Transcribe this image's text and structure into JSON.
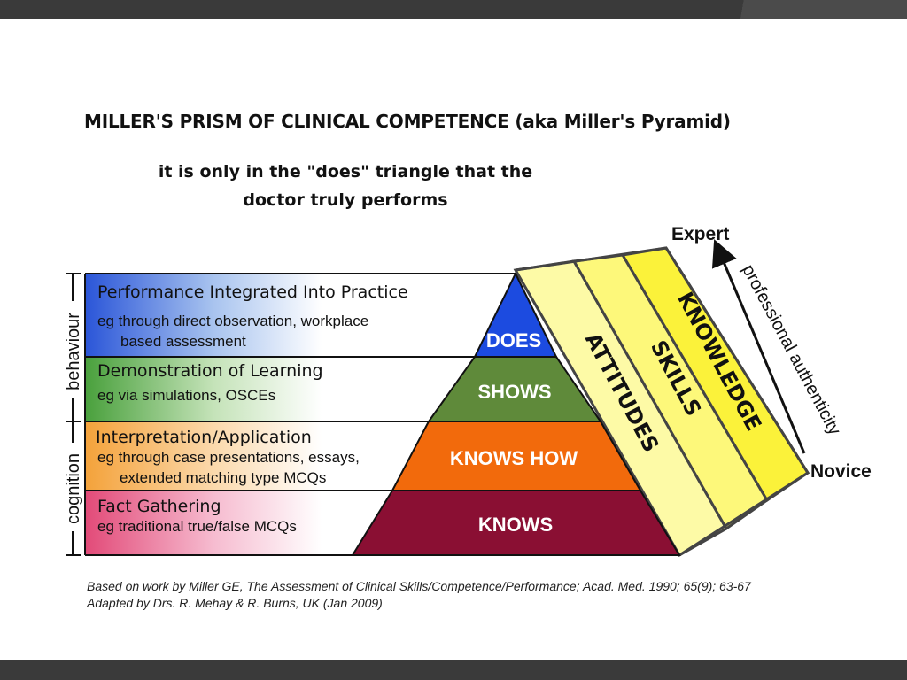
{
  "title": "MILLER'S PRISM OF CLINICAL COMPETENCE (aka Miller's Pyramid)",
  "subtitle_line1": "it is only in the \"does\" triangle that the",
  "subtitle_line2": "doctor truly performs",
  "levels": [
    {
      "title": "Performance Integrated Into Practice",
      "desc1": "eg through direct observation, workplace",
      "desc2": "based assessment",
      "tier": "DOES",
      "color": "#1c4be0"
    },
    {
      "title": "Demonstration of Learning",
      "desc1": "eg via simulations, OSCEs",
      "desc2": "",
      "tier": "SHOWS",
      "color": "#5f8a3a"
    },
    {
      "title": "Interpretation/Application",
      "desc1": "eg through case presentations, essays,",
      "desc2": "extended matching type MCQs",
      "tier": "KNOWS HOW",
      "color": "#f26a0c"
    },
    {
      "title": "Fact Gathering",
      "desc1": "eg traditional true/false MCQs",
      "desc2": "",
      "tier": "KNOWS",
      "color": "#8a0f33"
    }
  ],
  "side_labels": {
    "behaviour": "behaviour",
    "cognition": "cognition"
  },
  "prism_faces": {
    "attitudes": "ATTITUDES",
    "skills": "SKILLS",
    "knowledge": "KNOWLEDGE"
  },
  "axis": {
    "expert": "Expert",
    "novice": "Novice",
    "authenticity": "professional authenticity"
  },
  "credits_line1": "Based on work by Miller GE, The Assessment of Clinical Skills/Competence/Performance; Acad. Med. 1990; 65(9); 63-67",
  "credits_line2": "Adapted by Drs. R. Mehay & R. Burns, UK (Jan 2009)"
}
